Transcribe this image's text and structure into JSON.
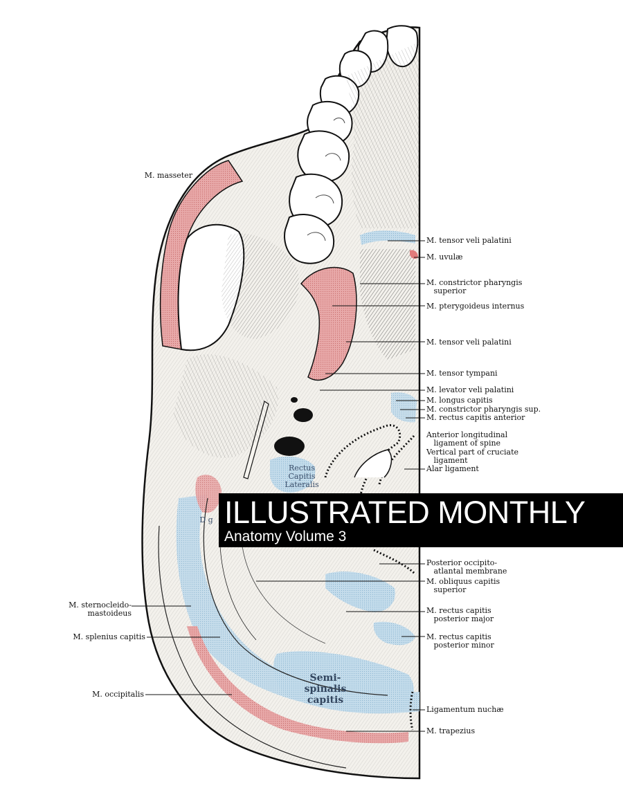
{
  "banner": {
    "title": "ILLUSTRATED MONTHLY",
    "subtitle": "Anatomy Volume 3"
  },
  "colors": {
    "muscle_red": "#d98a8a",
    "muscle_blue": "#a9cbe0",
    "ink": "#1a1a1a",
    "banner_bg": "#000000",
    "banner_text": "#ffffff"
  },
  "labels_left": [
    "M. masseter",
    "M. sternocleido-\nmastoideus",
    "M. splenius capitis",
    "M. occipitalis"
  ],
  "labels_right": [
    "M. tensor veli palatini",
    "M. uvulæ",
    "M. constrictor pharyngis\n   superior",
    "M. pterygoideus internus",
    "M. tensor veli palatini",
    "M. tensor tympani",
    "M. levator veli palatini",
    "M. longus capitis",
    "M. constrictor pharyngis sup.",
    "M. rectus capitis anterior",
    "Anterior longitudinal\n   ligament of spine",
    "Vertical part of cruciate\n   ligament",
    "Alar ligament",
    "Posterior occipito-\n   atlantal membrane",
    "M. obliquus capitis\n   superior",
    "M. rectus capitis\n   posterior major",
    "M. rectus capitis\n   posterior minor",
    "Ligamentum nuchæ",
    "M. trapezius"
  ],
  "labels_inner": {
    "rectus_lateralis": "Rectus\nCapitis\nLateralis",
    "digastric": "D g",
    "semispinalis": "Semi-\nspinalis\ncapitis"
  }
}
